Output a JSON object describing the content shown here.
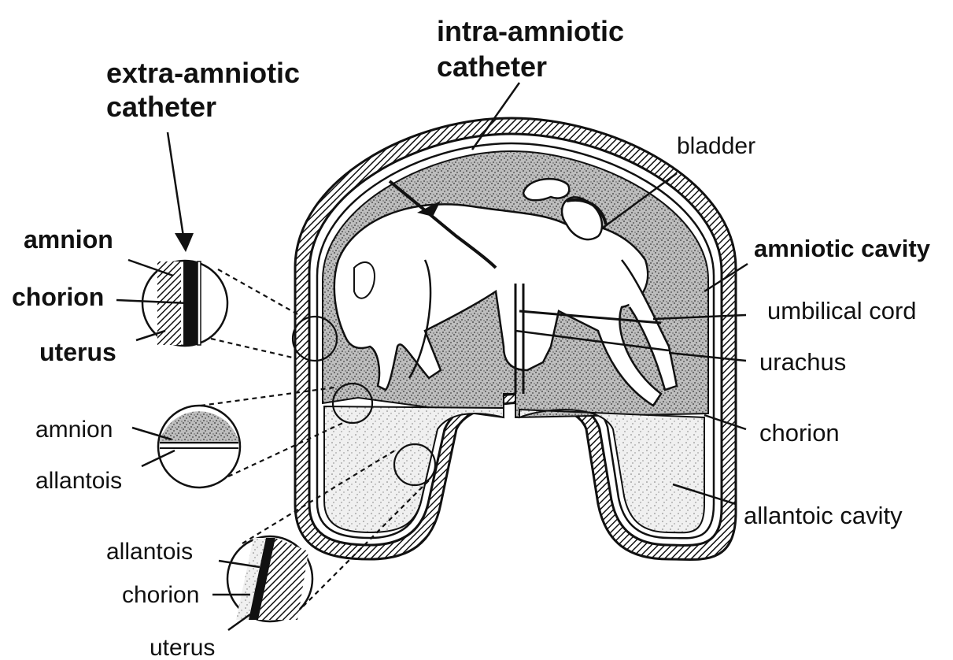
{
  "labels": {
    "extra_amniotic_catheter_1": "extra-amniotic",
    "extra_amniotic_catheter_2": "catheter",
    "intra_amniotic_catheter_1": "intra-amniotic",
    "intra_amniotic_catheter_2": "catheter",
    "bladder": "bladder",
    "amniotic_cavity": "amniotic cavity",
    "umbilical_cord": "umbilical cord",
    "urachus": "urachus",
    "chorion_right": "chorion",
    "allantoic_cavity": "allantoic cavity",
    "inset1_amnion": "amnion",
    "inset1_chorion": "chorion",
    "inset1_uterus": "uterus",
    "inset2_amnion": "amnion",
    "inset2_allantois": "allantois",
    "inset3_allantois": "allantois",
    "inset3_chorion": "chorion",
    "inset3_uterus": "uterus"
  },
  "colors": {
    "ink": "#111111",
    "stipple_dark": "#9a9a9a",
    "stipple_light": "#d8d8d8",
    "background": "#ffffff"
  }
}
